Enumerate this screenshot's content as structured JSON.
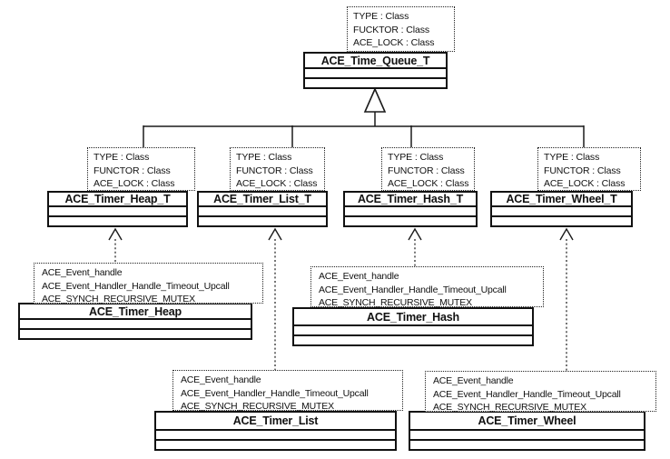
{
  "diagram": {
    "kind": "uml-class-diagram",
    "colors": {
      "line": "#1a1a1a",
      "background": "#ffffff",
      "text": "#111111"
    },
    "icons": {
      "inheritance": "hollow-triangle-up-icon",
      "bind": "dashed-open-arrow-up-icon"
    },
    "classes": {
      "queue": {
        "name": "ACE_Time_Queue_T",
        "params": [
          "TYPE : Class",
          "FUCKTOR : Class",
          "ACE_LOCK : Class"
        ]
      },
      "heap_t": {
        "name": "ACE_Timer_Heap_T",
        "params": [
          "TYPE : Class",
          "FUNCTOR : Class",
          "ACE_LOCK : Class"
        ]
      },
      "list_t": {
        "name": "ACE_Timer_List_T",
        "params": [
          "TYPE : Class",
          "FUNCTOR : Class",
          "ACE_LOCK : Class"
        ]
      },
      "hash_t": {
        "name": "ACE_Timer_Hash_T",
        "params": [
          "TYPE : Class",
          "FUNCTOR : Class",
          "ACE_LOCK : Class"
        ]
      },
      "wheel_t": {
        "name": "ACE_Timer_Wheel_T",
        "params": [
          "TYPE : Class",
          "FUNCTOR : Class",
          "ACE_LOCK : Class"
        ]
      },
      "heap": {
        "name": "ACE_Timer_Heap",
        "bindings": [
          "ACE_Event_handle",
          "ACE_Event_Handler_Handle_Timeout_Upcall",
          "ACE_SYNCH_RECURSIVE_MUTEX"
        ]
      },
      "hash": {
        "name": "ACE_Timer_Hash",
        "bindings": [
          "ACE_Event_handle",
          "ACE_Event_Handler_Handle_Timeout_Upcall",
          "ACE_SYNCH_RECURSIVE_MUTEX"
        ]
      },
      "list": {
        "name": "ACE_Timer_List",
        "bindings": [
          "ACE_Event_handle",
          "ACE_Event_Handler_Handle_Timeout_Upcall",
          "ACE_SYNCH_RECURSIVE_MUTEX"
        ]
      },
      "wheel": {
        "name": "ACE_Timer_Wheel",
        "bindings": [
          "ACE_Event_handle",
          "ACE_Event_Handler_Handle_Timeout_Upcall",
          "ACE_SYNCH_RECURSIVE_MUTEX"
        ]
      }
    }
  }
}
